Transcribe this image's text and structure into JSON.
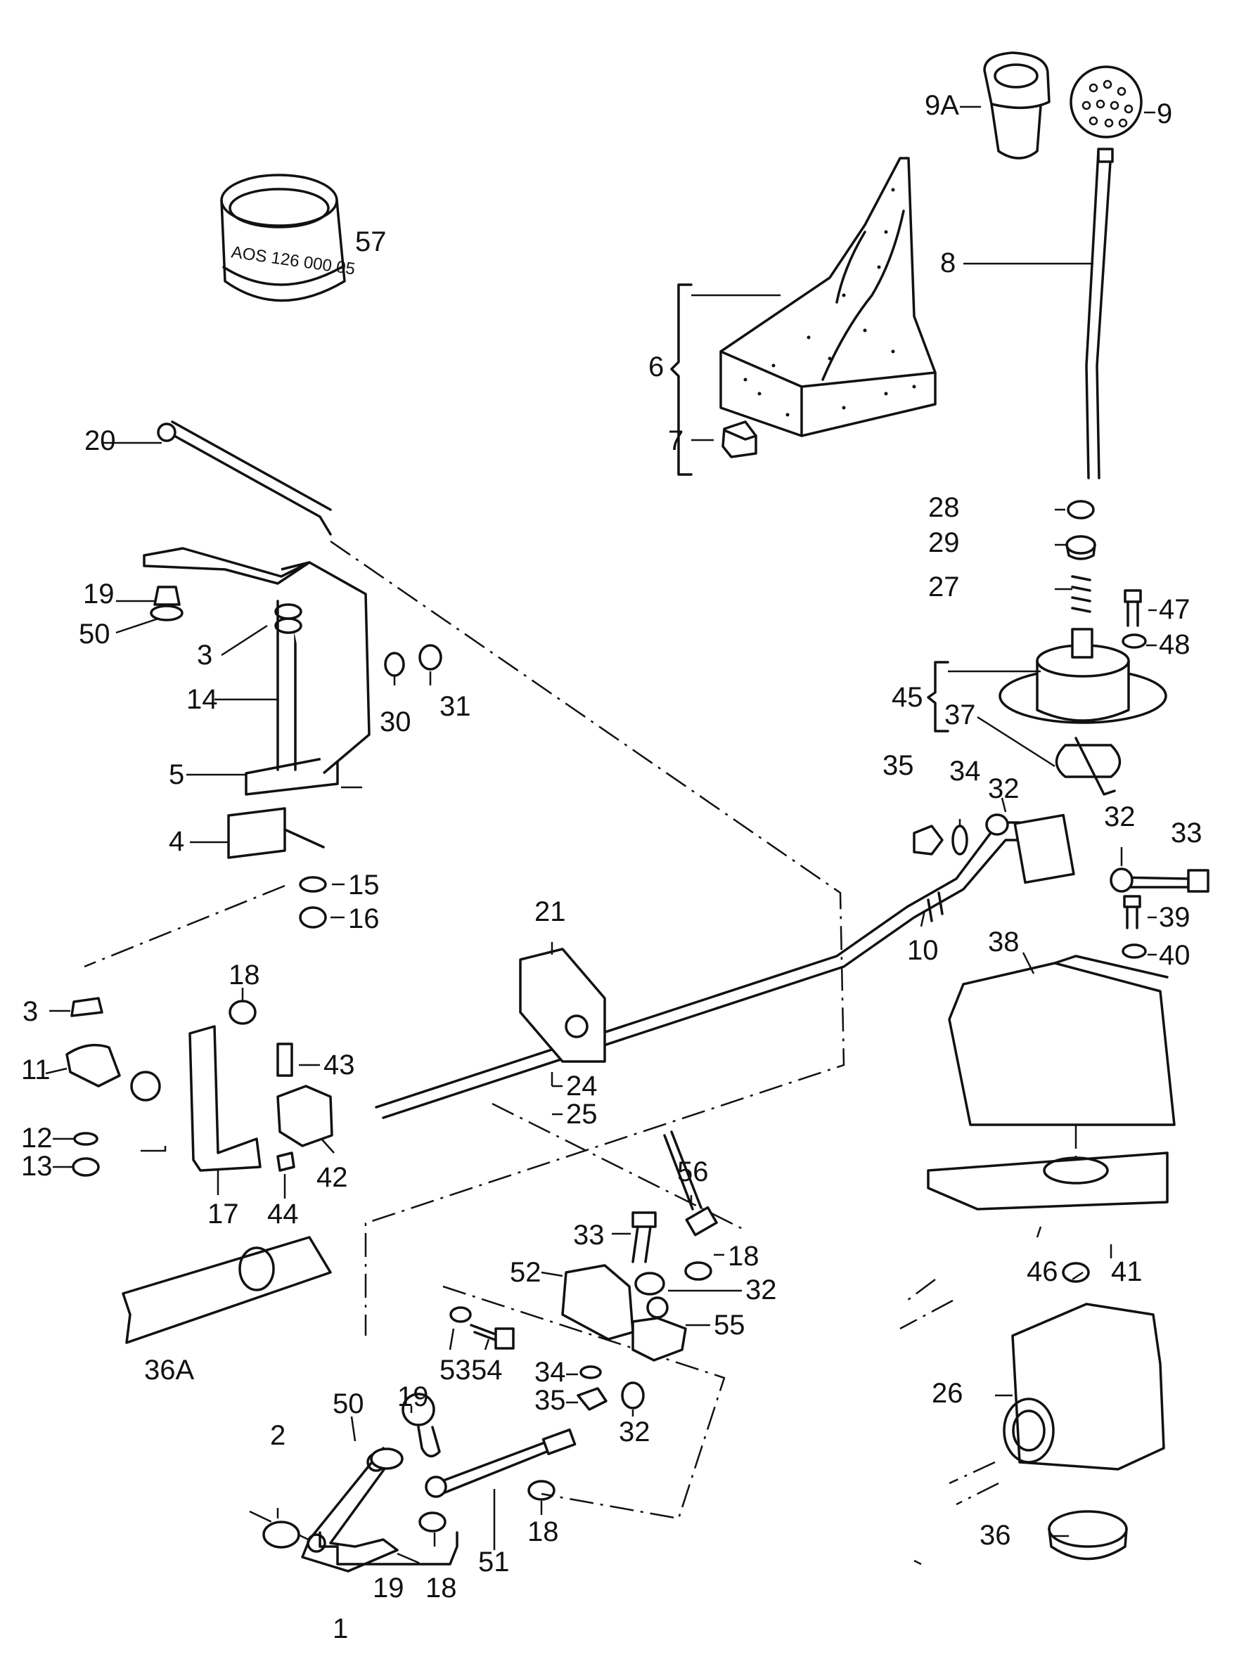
{
  "colors": {
    "ink": "#111111",
    "paper": "#ffffff"
  },
  "stamp_text": "AOS 126 000 05",
  "labels": {
    "p1": "1",
    "p2": "2",
    "p3a": "3",
    "p3b": "3",
    "p4": "4",
    "p5": "5",
    "p6": "6",
    "p7": "7",
    "p8": "8",
    "p9": "9",
    "p9a": "9A",
    "p10": "10",
    "p11": "11",
    "p12": "12",
    "p13": "13",
    "p14": "14",
    "p15": "15",
    "p16": "16",
    "p17": "17",
    "p18a": "18",
    "p18b": "18",
    "p18c": "18",
    "p18d": "18",
    "p19a": "19",
    "p19b": "19",
    "p19c": "19",
    "p20": "20",
    "p21": "21",
    "p24": "24",
    "p25": "25",
    "p26": "26",
    "p27": "27",
    "p28": "28",
    "p29": "29",
    "p30": "30",
    "p31": "31",
    "p32a": "32",
    "p32b": "32",
    "p32c": "32",
    "p32d": "32",
    "p33a": "33",
    "p33b": "33",
    "p34a": "34",
    "p34b": "34",
    "p35a": "35",
    "p35b": "35",
    "p36": "36",
    "p36a": "36A",
    "p37": "37",
    "p38": "38",
    "p39": "39",
    "p40": "40",
    "p41": "41",
    "p42": "42",
    "p43": "43",
    "p44": "44",
    "p45": "45",
    "p46": "46",
    "p47": "47",
    "p48": "48",
    "p50a": "50",
    "p50b": "50",
    "p51": "51",
    "p52": "52",
    "p53": "53",
    "p54": "54",
    "p55": "55",
    "p56": "56",
    "p57": "57"
  }
}
